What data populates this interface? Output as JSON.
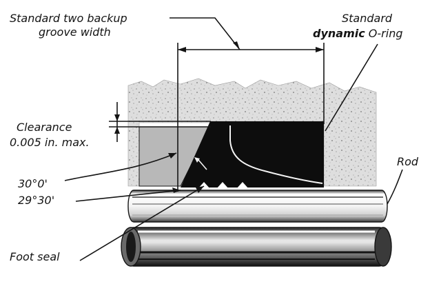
{
  "labels": {
    "backup_groove_line1": "Standard two backup",
    "backup_groove_line2": "groove width",
    "oring_line1": "Standard",
    "oring_line2_bold": "dynamic",
    "oring_line2_rest": " O-ring",
    "clearance_line1": "Clearance",
    "clearance_line2": "0.005 in. max.",
    "angle_line1": "30°0'",
    "angle_line2": "29°30'",
    "rod": "Rod",
    "foot_seal": "Foot seal"
  },
  "colors": {
    "ink": "#141414",
    "housing_speckle": "#d9d9d9",
    "backup_ring": "#b8b8b8",
    "oring": "#0d0d0d",
    "rod_light": "#f2f2f2",
    "rod_dark": "#1e1e1e"
  }
}
